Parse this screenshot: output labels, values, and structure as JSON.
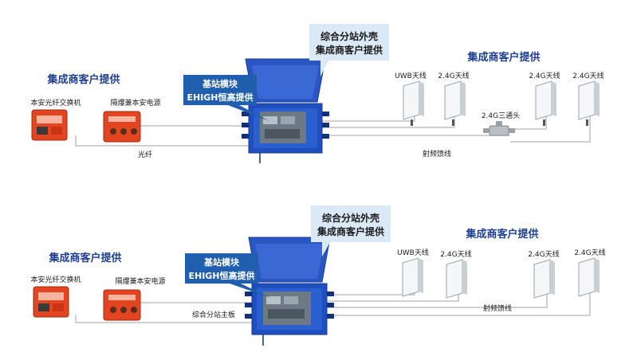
{
  "top": {
    "integrator_label_left": "集成商客户提供",
    "integrator_label_right": "集成商客户提供",
    "enclosure_label_line1": "综合分站外壳",
    "enclosure_label_line2": "集成商客户提供",
    "module_label_line1": "基站模块",
    "module_label_line2": "EHIGH恒高提供",
    "switch_label": "本安光纤交换机",
    "power_label": "隔爆兼本安电源",
    "fiber_label": "光纤",
    "feeder_label": "射频馈线",
    "splitter_label": "2.4G三通头",
    "antennas": [
      "UWB天线",
      "2.4G天线",
      "2.4G天线",
      "2.4G天线"
    ]
  },
  "bottom": {
    "integrator_label_left": "集成商客户提供",
    "integrator_label_right": "集成商客户提供",
    "enclosure_label_line1": "综合分站外壳",
    "enclosure_label_line2": "集成商客户提供",
    "module_label_line1": "基站模块",
    "module_label_line2": "EHIGH恒高提供",
    "switch_label": "本安光纤交换机",
    "power_label": "隔爆兼本安电源",
    "board_label": "综合分站主板",
    "feeder_label": "射频馈线",
    "antennas": [
      "UWB天线",
      "2.4G天线",
      "2.4G天线",
      "2.4G天线"
    ]
  },
  "colors": {
    "callout_light": "#dbe9f7",
    "callout_dark": "#1f5fae",
    "device_orange": "#e2451f",
    "enclosure_blue": "#1f4fbf",
    "antenna_white": "#f4f6f8"
  }
}
